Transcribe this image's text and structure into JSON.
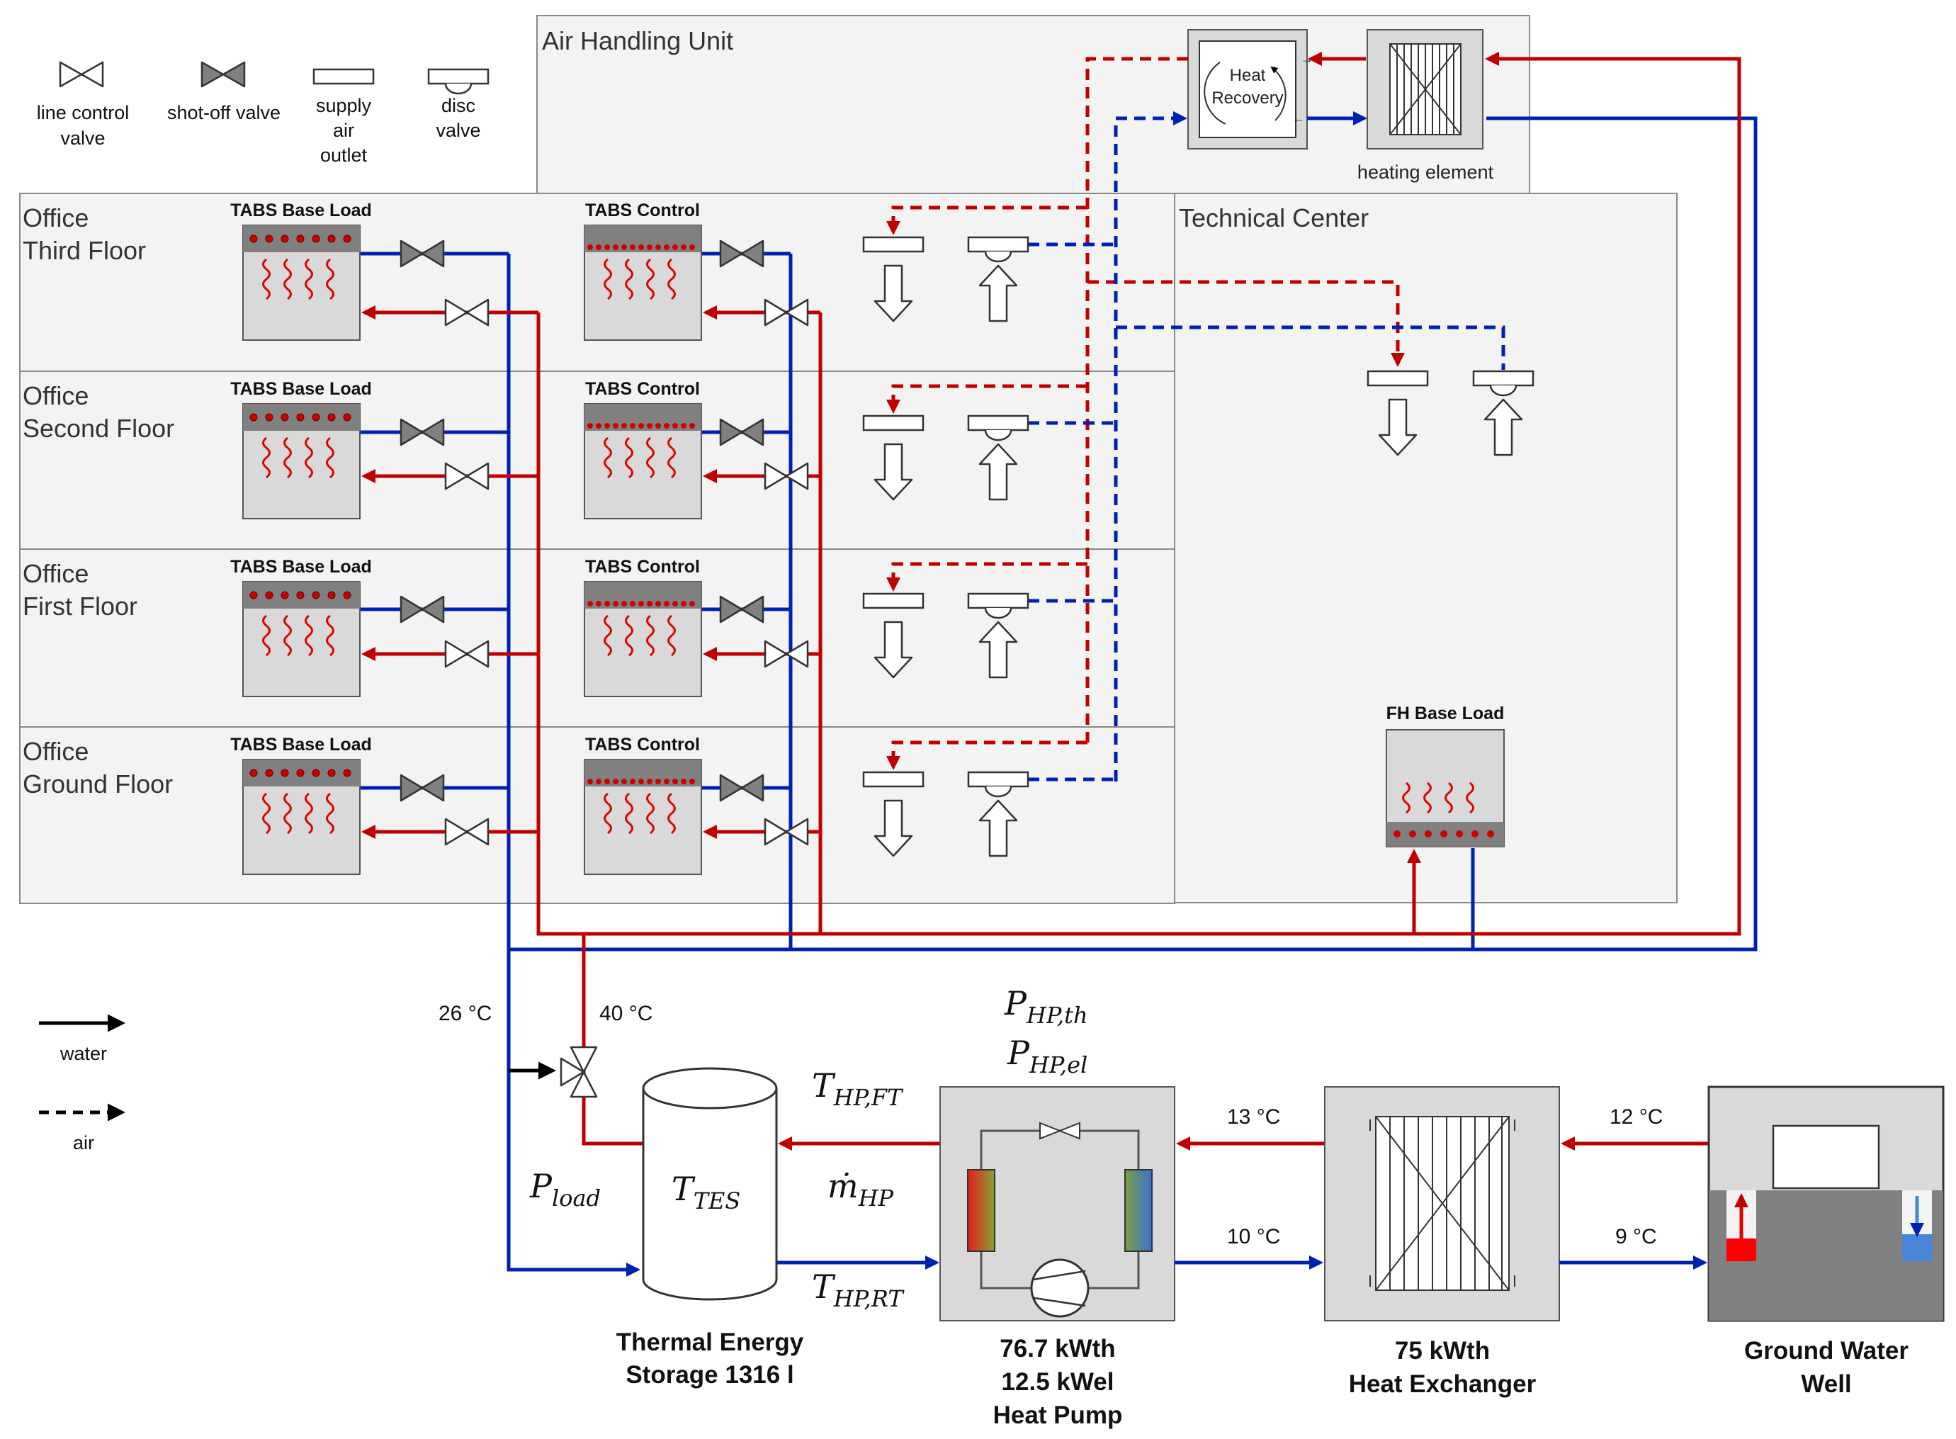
{
  "legend": {
    "line_control_valve": [
      "line control",
      "valve"
    ],
    "shut_off_valve": "shot-off valve",
    "supply_air_outlet": [
      "supply",
      "air",
      "outlet"
    ],
    "disc_valve": [
      "disc",
      "valve"
    ],
    "water": "water",
    "air": "air"
  },
  "ahu": {
    "title": "Air Handling Unit",
    "heat_recovery": [
      "Heat",
      "Recovery"
    ],
    "heating_element": "heating element"
  },
  "technical_center": {
    "title": "Technical Center",
    "fh_label": "FH Base Load"
  },
  "floors": [
    {
      "line1": "Office",
      "line2": "Third Floor"
    },
    {
      "line1": "Office",
      "line2": "Second Floor"
    },
    {
      "line1": "Office",
      "line2": "First Floor"
    },
    {
      "line1": "Office",
      "line2": "Ground Floor"
    }
  ],
  "tabs_base_label": "TABS Base Load",
  "tabs_control_label": "TABS Control",
  "temperatures": {
    "return_building": "26 °C",
    "supply_building": "40 °C",
    "hx_to_hp_supply": "13 °C",
    "hp_to_hx_return": "10 °C",
    "well_supply": "12 °C",
    "well_return": "9 °C"
  },
  "math": {
    "p_load": {
      "main": "P",
      "sub": "load"
    },
    "t_tes": {
      "main": "T",
      "sub": "TES"
    },
    "t_hp_ft": {
      "main": "T",
      "sub": "HP,FT"
    },
    "m_hp": {
      "main": "ṁ",
      "sub": "HP"
    },
    "t_hp_rt": {
      "main": "T",
      "sub": "HP,RT"
    },
    "p_hp_th": {
      "main": "P",
      "sub": "HP,th"
    },
    "p_hp_el": {
      "main": "P",
      "sub": "HP,el"
    }
  },
  "tes": {
    "line1": "Thermal Energy",
    "line2": "Storage 1316 l"
  },
  "heat_pump": {
    "line1": "76.7 kWth",
    "line2": "12.5 kWel",
    "line3": "Heat Pump"
  },
  "heat_exchanger": {
    "line1": "75 kWth",
    "line2": "Heat Exchanger"
  },
  "well": {
    "line1": "Ground Water",
    "line2": "Well"
  },
  "colors": {
    "supply": "#c00000",
    "return": "#0020b0",
    "zone_fill": "#f3f3f3",
    "device_fill": "#d9d9d9",
    "slab_dark": "#808080"
  }
}
